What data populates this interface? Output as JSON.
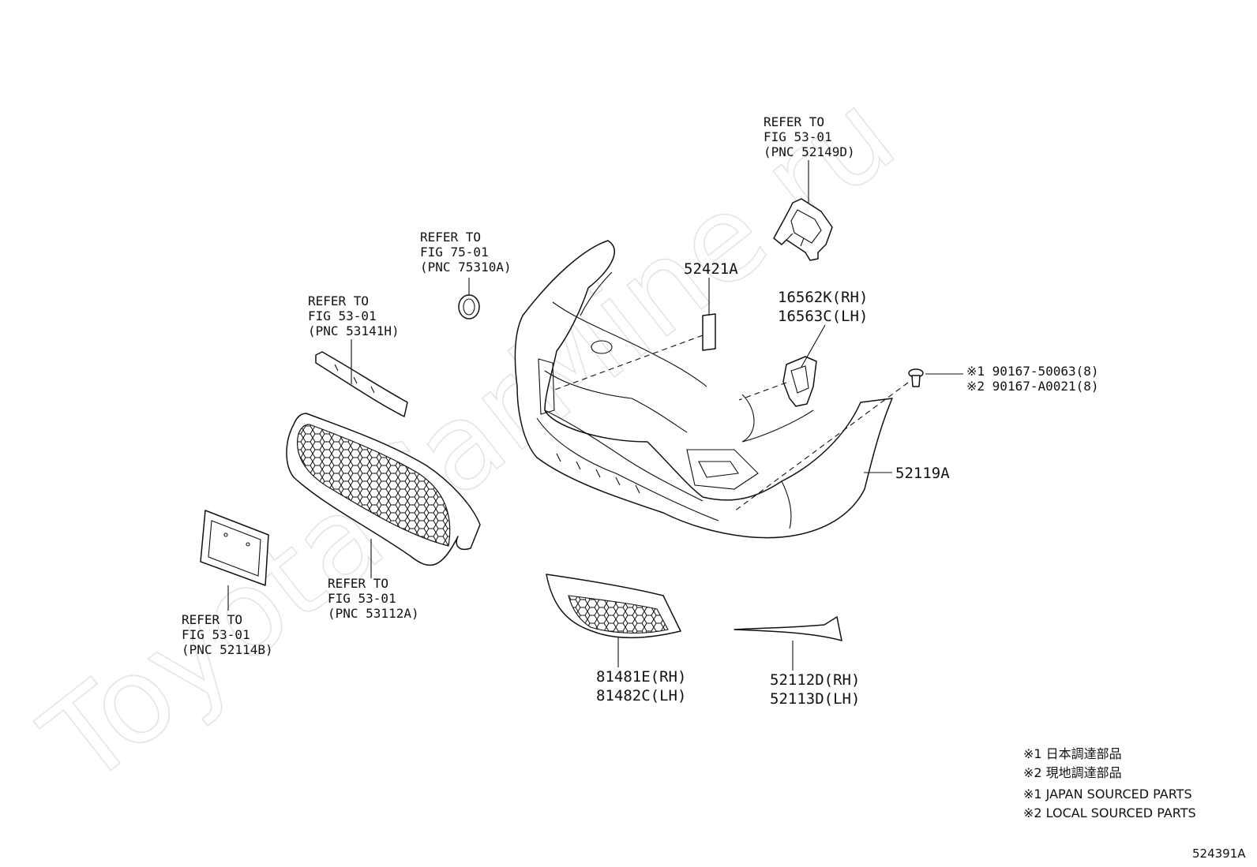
{
  "watermark": "ToyotaCarMine.ru",
  "callouts": {
    "ref_52149d": [
      "REFER TO",
      "FIG 53-01",
      "(PNC 52149D)"
    ],
    "ref_75310a": [
      "REFER TO",
      "FIG 75-01",
      "(PNC 75310A)"
    ],
    "ref_53141h": [
      "REFER TO",
      "FIG 53-01",
      "(PNC 53141H)"
    ],
    "ref_53112a": [
      "REFER TO",
      "FIG 53-01",
      "(PNC 53112A)"
    ],
    "ref_52114b": [
      "REFER TO",
      "FIG 53-01",
      "(PNC 52114B)"
    ]
  },
  "parts": {
    "p52421a": "52421A",
    "p16562k_rh": "16562K(RH)",
    "p16563c_lh": "16563C(LH)",
    "fastener_1": "※1 90167-50063(8)",
    "fastener_2": "※2 90167-A0021(8)",
    "p52119a": "52119A",
    "p81481e_rh": "81481E(RH)",
    "p81482c_lh": "81482C(LH)",
    "p52112d_rh": "52112D(RH)",
    "p52113d_lh": "52113D(LH)"
  },
  "legend": [
    "※1 日本調達部品",
    "※2 現地調達部品",
    "※1 JAPAN SOURCED PARTS",
    "※2 LOCAL SOURCED PARTS"
  ],
  "figure_id": "524391A"
}
